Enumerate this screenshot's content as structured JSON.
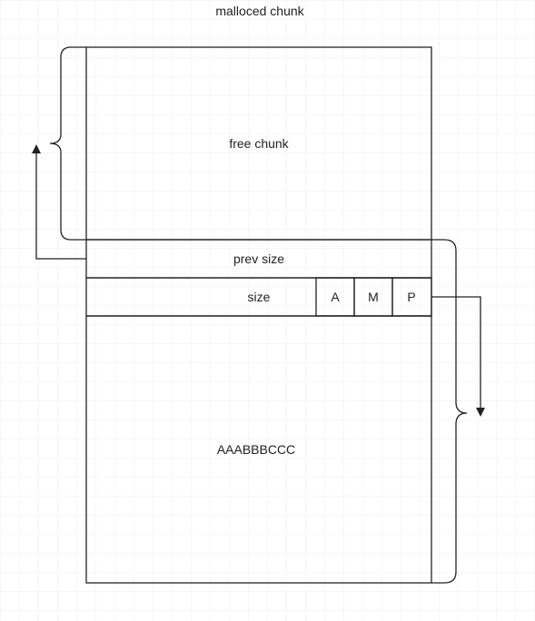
{
  "diagram": {
    "title": "malloced chunk",
    "free_chunk_label": "free chunk",
    "prev_size_label": "prev size",
    "size_label": "size",
    "flags": [
      "A",
      "M",
      "P"
    ],
    "data_label": "AAABBBCCC"
  },
  "colors": {
    "background": "#ffffff",
    "grid": "#ececec",
    "line": "#222222",
    "text": "#222222"
  }
}
